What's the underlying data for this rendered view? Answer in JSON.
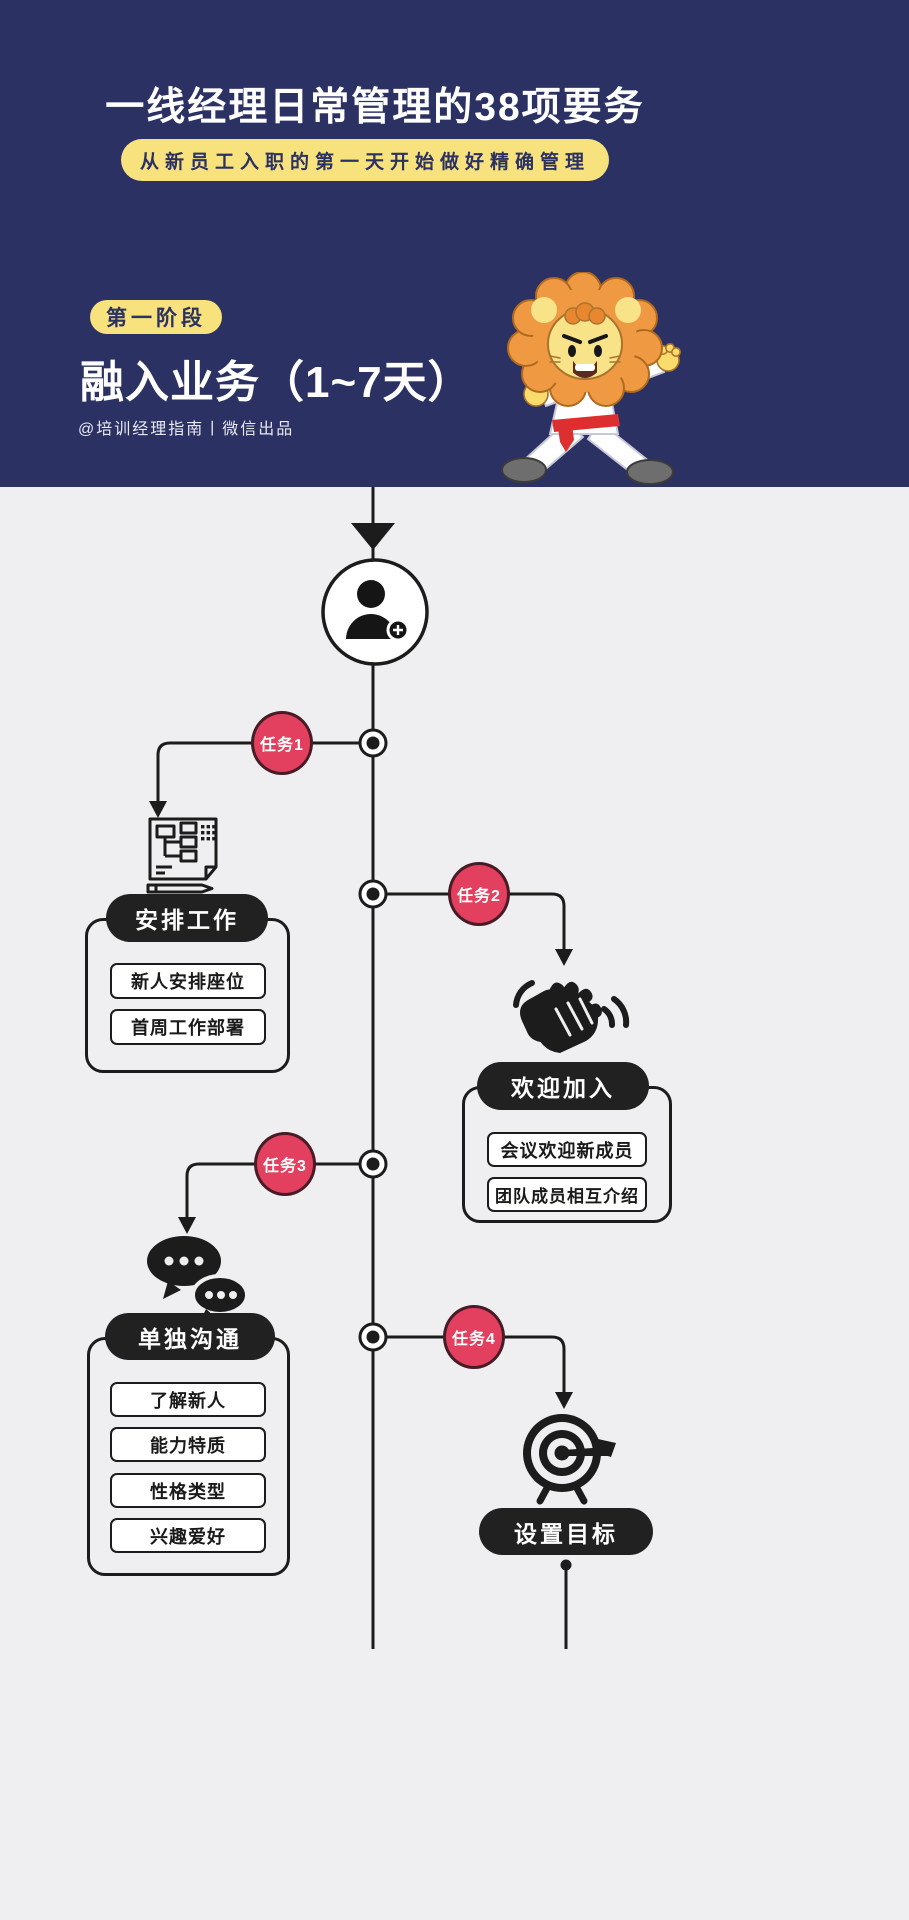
{
  "colors": {
    "header_bg": "#2b3162",
    "body_bg": "#efeef0",
    "accent_yellow": "#f7e27d",
    "badge_red": "#e2405e",
    "ink_black": "#1c1c1c",
    "white": "#ffffff"
  },
  "header": {
    "title": "一线经理日常管理的38项要务",
    "subtitle": "从新员工入职的第一天开始做好精确管理",
    "stage_tag": "第一阶段",
    "stage_title": "融入业务（1~7天）",
    "credit": "@培训经理指南丨微信出品",
    "mascot": "karate-lion-mascot"
  },
  "timeline": {
    "start_icon": "add-user-icon",
    "tasks": [
      {
        "badge": "任务1",
        "title": "安排工作",
        "icon": "work-plan-document-icon",
        "side": "left",
        "items": [
          "新人安排座位",
          "首周工作部署"
        ]
      },
      {
        "badge": "任务2",
        "title": "欢迎加入",
        "icon": "clapping-hands-icon",
        "side": "right",
        "items": [
          "会议欢迎新成员",
          "团队成员相互介绍"
        ]
      },
      {
        "badge": "任务3",
        "title": "单独沟通",
        "icon": "chat-bubbles-icon",
        "side": "left",
        "items": [
          "了解新人",
          "能力特质",
          "性格类型",
          "兴趣爱好"
        ]
      },
      {
        "badge": "任务4",
        "title": "设置目标",
        "icon": "target-arrow-icon",
        "side": "right",
        "items": []
      }
    ]
  }
}
